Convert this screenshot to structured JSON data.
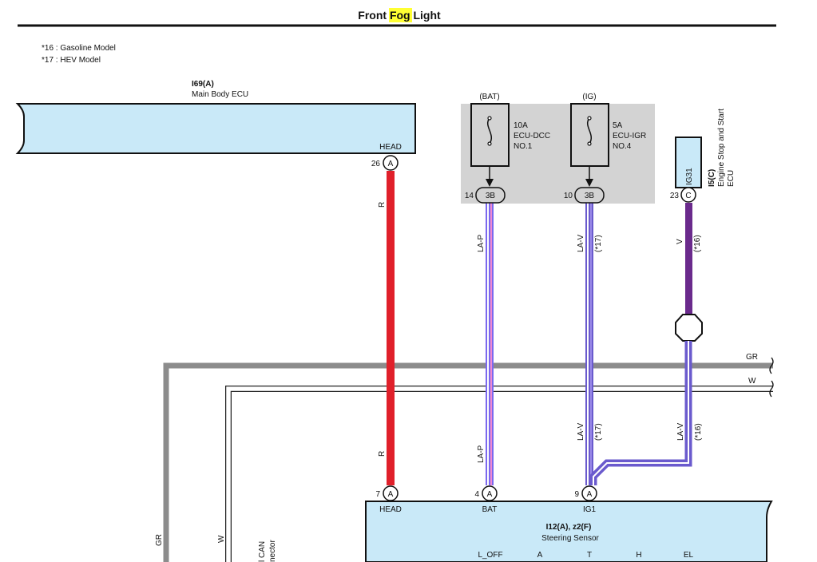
{
  "title": {
    "part1": "Front ",
    "highlight": "Fog",
    "part2": " Light",
    "highlight_color": "#ffff33"
  },
  "notes": [
    "*16 : Gasoline Model",
    "*17 : HEV Model"
  ],
  "colors": {
    "ecu_fill": "#c9e9f8",
    "junction_fill": "#d3d3d3",
    "wire_red": "#e0202a",
    "wire_violet": "#6a2a8c",
    "wire_lav": "#6a5acd",
    "wire_lap": "#b88ad8",
    "wire_gray": "#8c8c8c"
  },
  "main_body_ecu": {
    "code": "I69(A)",
    "name": "Main Body ECU",
    "terminal": "HEAD",
    "pin": "26",
    "connector": "A"
  },
  "junction": {
    "bat_label": "(BAT)",
    "ig_label": "(IG)",
    "fuse1": {
      "amp": "10A",
      "name": "ECU-DCC",
      "no": "NO.1",
      "pin": "14",
      "connector": "3B"
    },
    "fuse2": {
      "amp": "5A",
      "name": "ECU-IGR",
      "no": "NO.4",
      "pin": "10",
      "connector": "3B"
    }
  },
  "engine_ecu": {
    "code": "I5(C)",
    "name_line1": "Engine Stop and Start",
    "name_line2": "ECU",
    "terminal": "IG31",
    "pin": "23",
    "connector": "C"
  },
  "wires": {
    "r_upper": "R",
    "r_lower": "R",
    "lap_upper": "LA-P",
    "lap_lower": "LA-P",
    "lav_upper": "LA-V",
    "lav_upper_note": "(*17)",
    "lav_lower": "LA-V",
    "lav_lower_note": "(*17)",
    "v_upper": "V",
    "v_upper_note": "(*16)",
    "lav_engine": "LA-V",
    "lav_engine_note": "(*16)",
    "gr_right": "GR",
    "w_right": "W",
    "gr_left": "GR",
    "w_left": "W",
    "can_line1": "l CAN",
    "can_line2": "nector"
  },
  "steering_sensor": {
    "code": "I12(A), z2(F)",
    "name": "Steering Sensor",
    "pins": [
      {
        "pin": "7",
        "connector": "A",
        "terminal": "HEAD"
      },
      {
        "pin": "4",
        "connector": "A",
        "terminal": "BAT"
      },
      {
        "pin": "9",
        "connector": "A",
        "terminal": "IG1"
      }
    ],
    "bottom_terminals": [
      "L_OFF",
      "A",
      "T",
      "H",
      "EL"
    ]
  }
}
